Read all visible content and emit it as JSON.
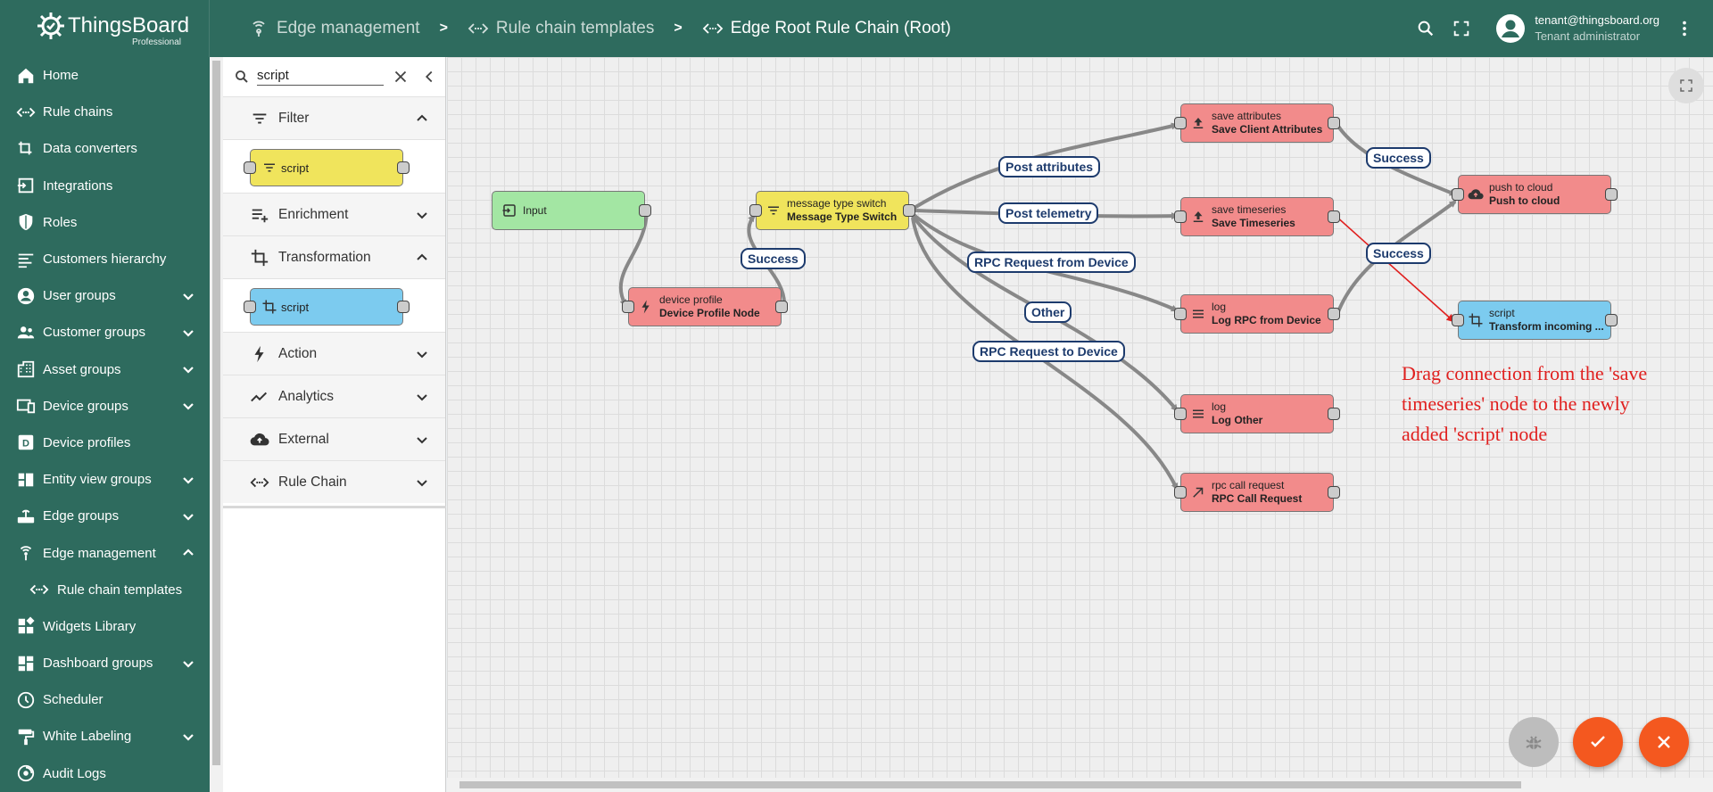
{
  "brand": {
    "name": "ThingsBoard",
    "edition": "Professional"
  },
  "breadcrumbs": [
    {
      "label": "Edge management"
    },
    {
      "label": "Rule chain templates"
    },
    {
      "label": "Edge Root Rule Chain (Root)"
    }
  ],
  "user": {
    "email": "tenant@thingsboard.org",
    "role": "Tenant administrator"
  },
  "sidebar": {
    "items": [
      {
        "label": "Home",
        "icon": "home-icon"
      },
      {
        "label": "Rule chains",
        "icon": "rule-chain-icon"
      },
      {
        "label": "Data converters",
        "icon": "converter-icon"
      },
      {
        "label": "Integrations",
        "icon": "integration-icon"
      },
      {
        "label": "Roles",
        "icon": "shield-icon"
      },
      {
        "label": "Customers hierarchy",
        "icon": "hierarchy-icon"
      },
      {
        "label": "User groups",
        "icon": "user-icon"
      },
      {
        "label": "Customer groups",
        "icon": "group-icon"
      },
      {
        "label": "Asset groups",
        "icon": "asset-icon"
      },
      {
        "label": "Device groups",
        "icon": "device-icon"
      },
      {
        "label": "Device profiles",
        "icon": "profile-icon"
      },
      {
        "label": "Entity view groups",
        "icon": "entity-view-icon"
      },
      {
        "label": "Edge groups",
        "icon": "router-icon"
      },
      {
        "label": "Edge management",
        "icon": "edge-icon"
      },
      {
        "label": "Rule chain templates",
        "icon": "rule-chain-icon"
      },
      {
        "label": "Widgets Library",
        "icon": "widgets-icon"
      },
      {
        "label": "Dashboard groups",
        "icon": "dashboard-icon"
      },
      {
        "label": "Scheduler",
        "icon": "clock-icon"
      },
      {
        "label": "White Labeling",
        "icon": "paint-icon"
      },
      {
        "label": "Audit Logs",
        "icon": "audit-icon"
      }
    ]
  },
  "library": {
    "search": {
      "value": "script"
    },
    "categories": [
      {
        "label": "Filter",
        "expanded": true
      },
      {
        "label": "Enrichment",
        "expanded": false
      },
      {
        "label": "Transformation",
        "expanded": true
      },
      {
        "label": "Action",
        "expanded": false
      },
      {
        "label": "Analytics",
        "expanded": false
      },
      {
        "label": "External",
        "expanded": false
      },
      {
        "label": "Rule Chain",
        "expanded": false
      }
    ],
    "filter_node": "script",
    "transformation_node": "script"
  },
  "nodes": {
    "input": {
      "name": "Input"
    },
    "device_profile": {
      "type": "device profile",
      "name": "Device Profile Node"
    },
    "message_type_switch": {
      "type": "message type switch",
      "name": "Message Type Switch"
    },
    "save_attributes": {
      "type": "save attributes",
      "name": "Save Client Attributes"
    },
    "save_timeseries": {
      "type": "save timeseries",
      "name": "Save Timeseries"
    },
    "log_rpc": {
      "type": "log",
      "name": "Log RPC from Device"
    },
    "log_other": {
      "type": "log",
      "name": "Log Other"
    },
    "rpc_call": {
      "type": "rpc call request",
      "name": "RPC Call Request"
    },
    "push_cloud": {
      "type": "push to cloud",
      "name": "Push to cloud"
    },
    "script": {
      "type": "script",
      "name": "Transform incoming ..."
    }
  },
  "edge_labels": {
    "success_profile": "Success",
    "post_attributes": "Post attributes",
    "post_telemetry": "Post telemetry",
    "rpc_from_device": "RPC Request from Device",
    "other": "Other",
    "rpc_to_device": "RPC Request to Device",
    "success_attributes": "Success",
    "success_log": "Success"
  },
  "hint": "Drag connection from the 'save timeseries' node to the newly added 'script' node",
  "colors": {
    "primary": "#2e6b5e",
    "filter_node": "#f0e45c",
    "transformation_node": "#7ccbef",
    "action_node": "#f28b8b",
    "input_node": "#a3e6a3",
    "edge_label": "#1d3b6d",
    "fab": "#f4581f",
    "hint": "#e0201f"
  }
}
